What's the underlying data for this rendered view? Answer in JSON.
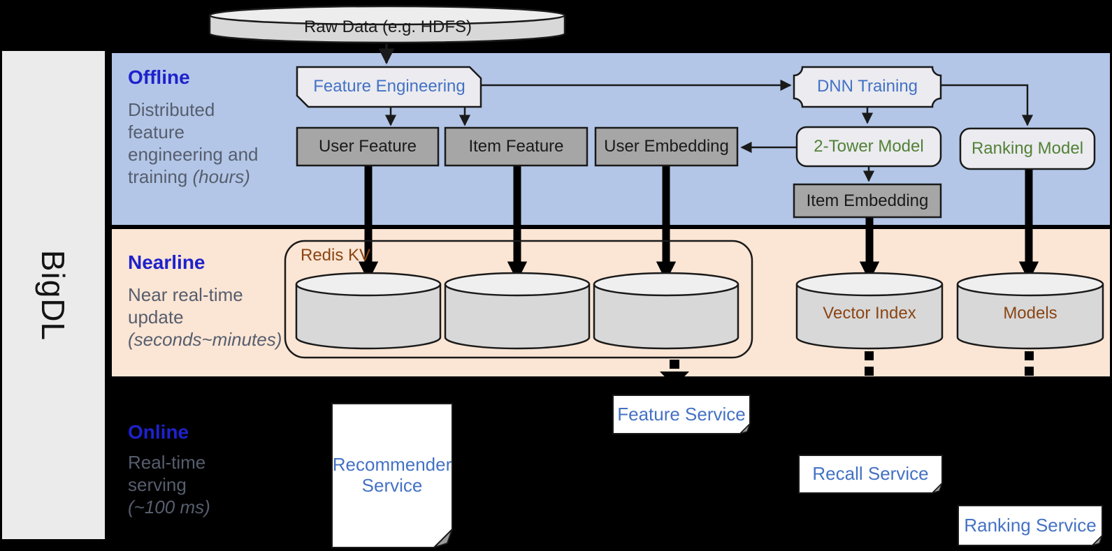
{
  "brand": {
    "label": "BigDL"
  },
  "source_db": {
    "label": "Raw Data (e.g. HDFS)"
  },
  "layers": {
    "offline": {
      "title": "Offline",
      "desc": "Distributed feature engineering and training",
      "desc_italic": "(hours)"
    },
    "nearline": {
      "title": "Nearline",
      "desc": "Near real-time update",
      "desc_italic": "(seconds~minutes)"
    },
    "online": {
      "title": "Online",
      "desc": "Real-time serving",
      "desc_italic": "(~100 ms)"
    }
  },
  "nodes": {
    "feature_engineering": {
      "label": "Feature Engineering"
    },
    "dnn_training": {
      "label": "DNN Training"
    },
    "user_feature": {
      "label": "User Feature"
    },
    "item_feature": {
      "label": "Item Feature"
    },
    "user_embedding": {
      "label": "User Embedding"
    },
    "two_tower_model": {
      "label": "2-Tower Model"
    },
    "ranking_model": {
      "label": "Ranking Model"
    },
    "item_embedding": {
      "label": "Item Embedding"
    },
    "redis_kv": {
      "label": "Redis KV"
    },
    "vector_index": {
      "label": "Vector Index"
    },
    "models": {
      "label": "Models"
    },
    "recommender_service": {
      "label": "Recommender Service"
    },
    "feature_service": {
      "label": "Feature Service"
    },
    "recall_service": {
      "label": "Recall Service"
    },
    "ranking_service": {
      "label": "Ranking Service"
    }
  },
  "colors": {
    "offline_band": "#b3c6e7",
    "nearline_band": "#fbe5d4",
    "online_band": "#000000",
    "layer_title_blue": "#1e22cc",
    "layer_desc_gray": "#565e6e",
    "node_label_blue": "#4472c4",
    "model_label_green": "#538135",
    "storage_label_brown": "#8a4513",
    "gray_box_fill": "#a6a6a6",
    "light_box_fill": "#ebebf0",
    "cylinder_fill": "#d8d8d8",
    "service_box_fill": "#ffffff",
    "brand_bar_fill": "#ebebeb"
  }
}
